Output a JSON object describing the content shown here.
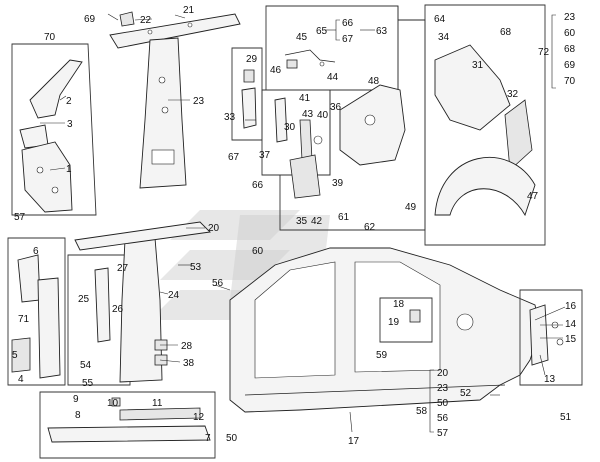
{
  "labels": {
    "l1": "1",
    "l2": "2",
    "l3": "3",
    "l4": "4",
    "l5": "5",
    "l6": "6",
    "l7": "7",
    "l8": "8",
    "l9": "9",
    "l10": "10",
    "l11": "11",
    "l12": "12",
    "l13": "13",
    "l14": "14",
    "l15": "15",
    "l16": "16",
    "l17": "17",
    "l18": "18",
    "l19": "19",
    "l20a": "20",
    "l20b": "20",
    "l21": "21",
    "l22": "22",
    "l23a": "23",
    "l23b": "23",
    "l23c": "23",
    "l24": "24",
    "l25": "25",
    "l26": "26",
    "l27": "27",
    "l28": "28",
    "l29": "29",
    "l30": "30",
    "l31": "31",
    "l32": "32",
    "l33": "33",
    "l34": "34",
    "l35": "35",
    "l36": "36",
    "l37": "37",
    "l38": "38",
    "l39": "39",
    "l40": "40",
    "l41": "41",
    "l42": "42",
    "l43": "43",
    "l44": "44",
    "l45": "45",
    "l46": "46",
    "l47": "47",
    "l48": "48",
    "l49": "49",
    "l50a": "50",
    "l50b": "50",
    "l51": "51",
    "l52": "52",
    "l53": "53",
    "l54": "54",
    "l55": "55",
    "l56a": "56",
    "l56b": "56",
    "l57a": "57",
    "l57b": "57",
    "l58": "58",
    "l59": "59",
    "l60a": "60",
    "l60b": "60",
    "l61": "61",
    "l62": "62",
    "l63": "63",
    "l64": "64",
    "l65": "65",
    "l66a": "66",
    "l66b": "66",
    "l67a": "67",
    "l67b": "67",
    "l68a": "68",
    "l68b": "68",
    "l69a": "69",
    "l69b": "69",
    "l70a": "70",
    "l70b": "70",
    "l71": "71",
    "l72": "72"
  }
}
